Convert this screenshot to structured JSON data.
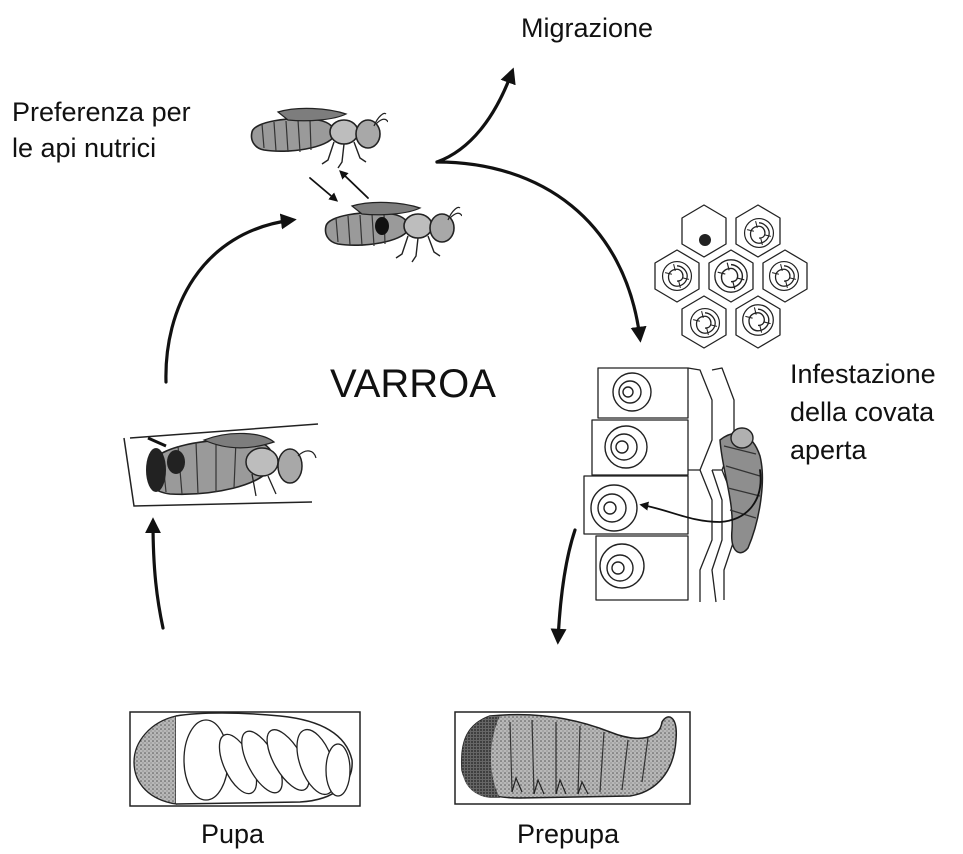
{
  "title": "VARROA",
  "labels": {
    "migration": "Migrazione",
    "nurse_pref_line1": "Preferenza per",
    "nurse_pref_line2": "le api nutrici",
    "infest_line1": "Infestazione",
    "infest_line2": "della covata",
    "infest_line3": "aperta",
    "pupa": "Pupa",
    "prepupa": "Prepupa"
  },
  "icons": [
    "nurse-bee-icon",
    "varroa-mite-bee-icon",
    "brood-comb-icon",
    "open-brood-cell-icon",
    "prepupa-icon",
    "pupa-icon",
    "emerging-bee-icon"
  ]
}
